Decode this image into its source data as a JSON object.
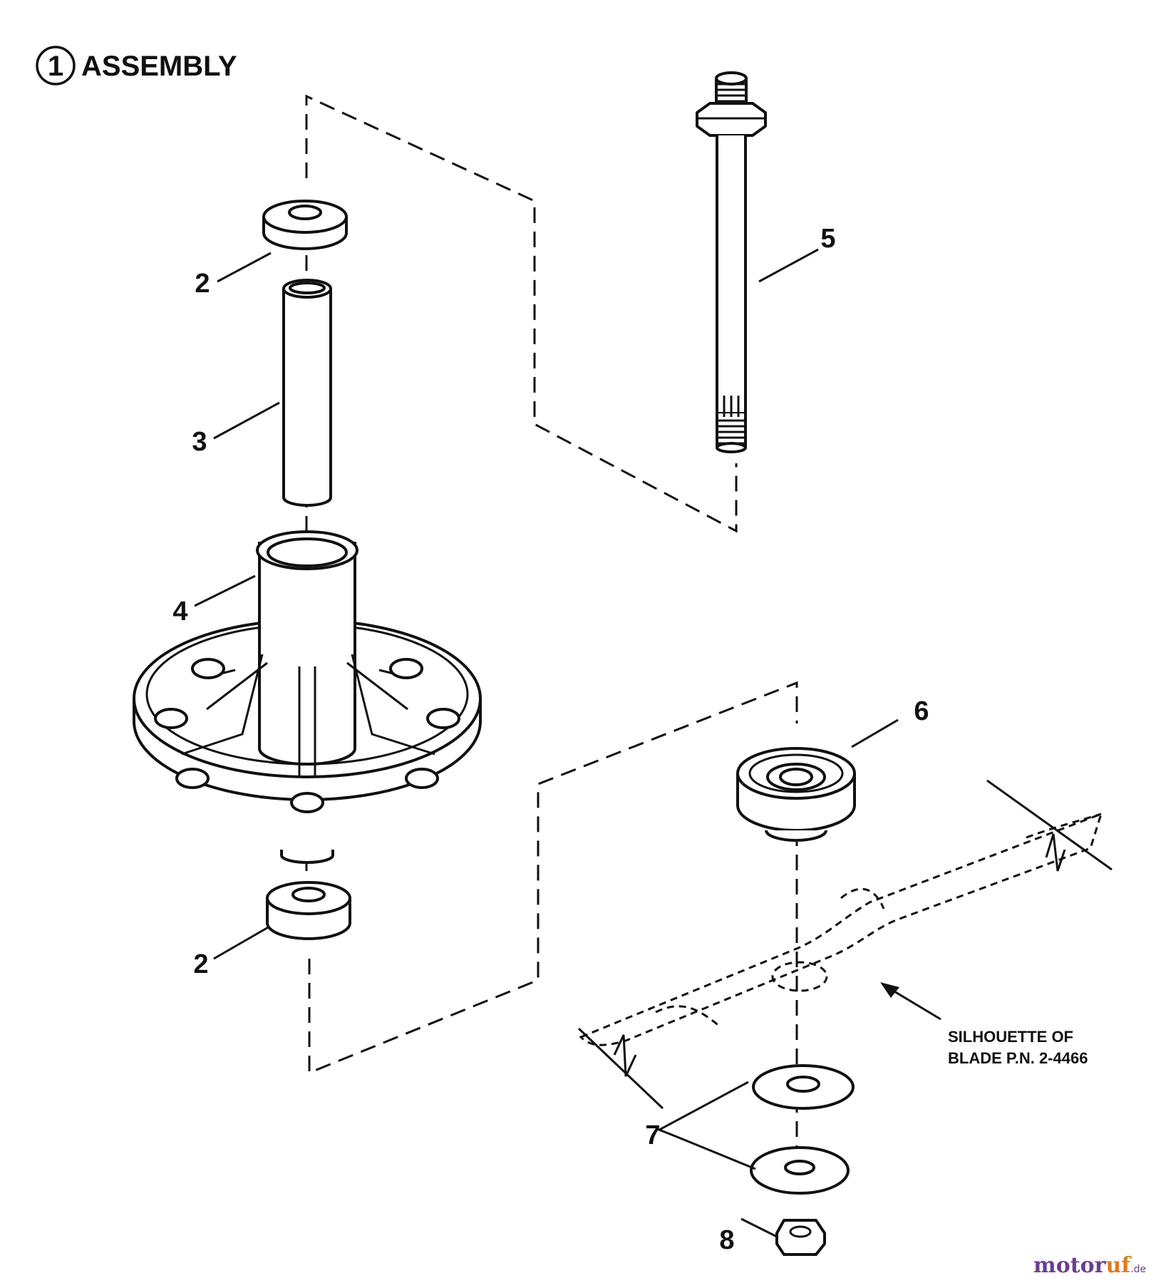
{
  "title": {
    "number": "1",
    "text": "ASSEMBLY"
  },
  "callouts": {
    "c2_upper": "2",
    "c3": "3",
    "c4": "4",
    "c5": "5",
    "c6": "6",
    "c2_lower": "2",
    "c7": "7",
    "c8": "8"
  },
  "note": {
    "line1": "SILHOUETTE OF",
    "line2": "BLADE P.N. 2-4466"
  },
  "watermark": {
    "part1": "motor",
    "part2": "uf",
    "suffix": ".de"
  }
}
